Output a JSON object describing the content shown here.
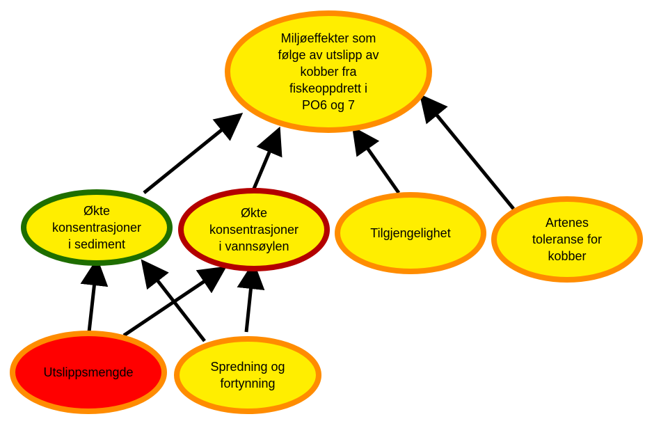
{
  "colors": {
    "fill_yellow": "#ffee00",
    "fill_red": "#ff0000",
    "border_orange": "#ff8c00",
    "border_green": "#1e6e00",
    "border_darkred": "#b30000",
    "arrow": "#000000"
  },
  "nodes": {
    "top": {
      "text": "Miljøeffekter som\nfølge av utslipp av\nkobber fra\nfiskeoppdrett i\nPO6 og 7",
      "fill": "#ffee00",
      "border": "#ff8c00"
    },
    "sediment": {
      "text": "Økte\nkonsentrasjoner\ni sediment",
      "fill": "#ffee00",
      "border": "#1e6e00"
    },
    "water": {
      "text": "Økte\nkonsentrasjoner\ni vannsøylen",
      "fill": "#ffee00",
      "border": "#b30000"
    },
    "availability": {
      "text": "Tilgjengelighet",
      "fill": "#ffee00",
      "border": "#ff8c00"
    },
    "tolerance": {
      "text": "Artenes\ntoleranse for\nkobber",
      "fill": "#ffee00",
      "border": "#ff8c00"
    },
    "emission": {
      "text": "Utslippsmengde",
      "fill": "#ff0000",
      "border": "#ff8c00"
    },
    "dispersion": {
      "text": "Spredning og\nfortynning",
      "fill": "#ffee00",
      "border": "#ff8c00"
    }
  },
  "edges": [
    {
      "from": "sediment",
      "to": "top"
    },
    {
      "from": "water",
      "to": "top"
    },
    {
      "from": "availability",
      "to": "top"
    },
    {
      "from": "tolerance",
      "to": "top"
    },
    {
      "from": "emission",
      "to": "sediment"
    },
    {
      "from": "emission",
      "to": "water"
    },
    {
      "from": "dispersion",
      "to": "sediment"
    },
    {
      "from": "dispersion",
      "to": "water"
    }
  ]
}
